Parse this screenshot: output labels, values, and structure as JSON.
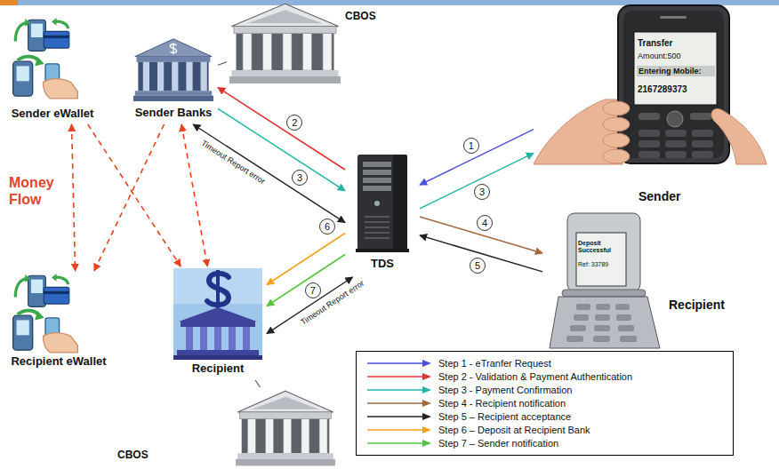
{
  "diagram": {
    "nodes": [
      {
        "text": [
          "Sender eWallet"
        ]
      },
      {
        "text": [
          "Sender Banks"
        ]
      },
      {
        "text": [
          "CBOS"
        ]
      },
      {
        "text": [
          "Transfer",
          "Amount:500",
          "Entering Mobile:",
          "2167289373",
          "Sender"
        ]
      },
      {
        "text": [
          "TDS"
        ]
      },
      {
        "text": [
          "Deposit Successful",
          "Ref: 33789",
          "Recipient"
        ]
      },
      {
        "text": [
          "Recipient eWallet"
        ]
      },
      {
        "text": [
          "Recipient"
        ]
      },
      {
        "text": [
          "CBOS"
        ]
      }
    ],
    "edges": [
      {
        "from": 1,
        "to": 2,
        "arrow": "none"
      },
      {
        "from": 3,
        "to": 4,
        "arrow": "to",
        "label": "1"
      },
      {
        "from": 4,
        "to": 1,
        "arrow": "to",
        "label": "2"
      },
      {
        "from": 1,
        "to": 4,
        "arrow": "to",
        "label": "3"
      },
      {
        "from": 4,
        "to": 3,
        "arrow": "to",
        "label": "3"
      },
      {
        "from": 1,
        "to": 4,
        "arrow": "both",
        "label": "Timeout Report error"
      },
      {
        "from": 4,
        "to": 5,
        "arrow": "to",
        "label": "4"
      },
      {
        "from": 5,
        "to": 4,
        "arrow": "to",
        "label": "5"
      },
      {
        "from": 4,
        "to": 7,
        "arrow": "to",
        "label": "6"
      },
      {
        "from": 4,
        "to": 7,
        "arrow": "to",
        "label": "7"
      },
      {
        "from": 7,
        "to": 4,
        "arrow": "both",
        "label": "Timeout Report error"
      },
      {
        "from": 0,
        "to": 6,
        "arrow": "both"
      },
      {
        "from": 0,
        "to": 7,
        "arrow": "to"
      },
      {
        "from": 1,
        "to": 6,
        "arrow": "to"
      },
      {
        "from": 1,
        "to": 7,
        "arrow": "both"
      },
      {
        "from": 8,
        "to": 7,
        "arrow": "none"
      }
    ],
    "labels": [
      "Money Flow"
    ],
    "legend": [
      {
        "text": "Step 1 - eTranfer Request"
      },
      {
        "text": "Step 2 - Validation & Payment Authentication"
      },
      {
        "text": "Step 3 - Payment Confirmation"
      },
      {
        "text": "Step 4 - Recipient notification"
      },
      {
        "text": "Step 5 – Recipient acceptance"
      },
      {
        "text": "Step 6 – Deposit at Recipient Bank"
      },
      {
        "text": "Step 7 – Sender notification"
      }
    ]
  }
}
